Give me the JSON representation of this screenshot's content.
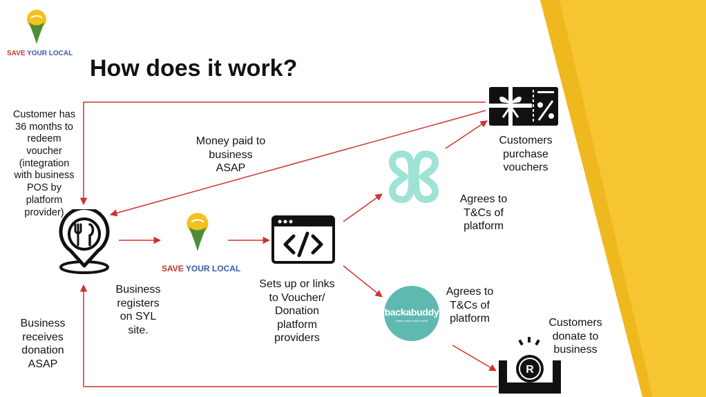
{
  "title": "How does it work?",
  "brand": {
    "part1": "SAVE ",
    "part2": "YOUR LOCAL"
  },
  "backabuddy": {
    "name": "backabuddy",
    "tagline": "where cause meets crowd"
  },
  "coin_letter": "R",
  "labels": {
    "customer_redeem": "Customer has\n36 months to\nredeem\nvoucher\n(integration\nwith business\nPOS by\nplatform\nprovider)",
    "money_paid": "Money paid to\nbusiness\nASAP",
    "customers_purchase": "Customers\npurchase\nvouchers",
    "agrees_voucher": "Agrees to\nT&Cs of\nplatform",
    "business_registers": "Business\nregisters\non SYL\nsite.",
    "sets_up": "Sets up or links\nto Voucher/\nDonation\nplatform\nproviders",
    "agrees_donation": "Agrees to\nT&Cs of\nplatform",
    "business_receives": "Business\nreceives\ndonation\nASAP",
    "customers_donate": "Customers\ndonate to\nbusiness"
  },
  "colors": {
    "arrow": "#d0312d",
    "yellow": "#f6c531",
    "yellow_dark": "#f0b81f",
    "logo_yellow": "#f4c21f",
    "logo_green": "#4c8c3a",
    "hoop_teal": "#9fe3d6",
    "backabuddy_teal": "#5fb9b1",
    "brand_red": "#c0392b",
    "brand_blue": "#3b5da8"
  }
}
